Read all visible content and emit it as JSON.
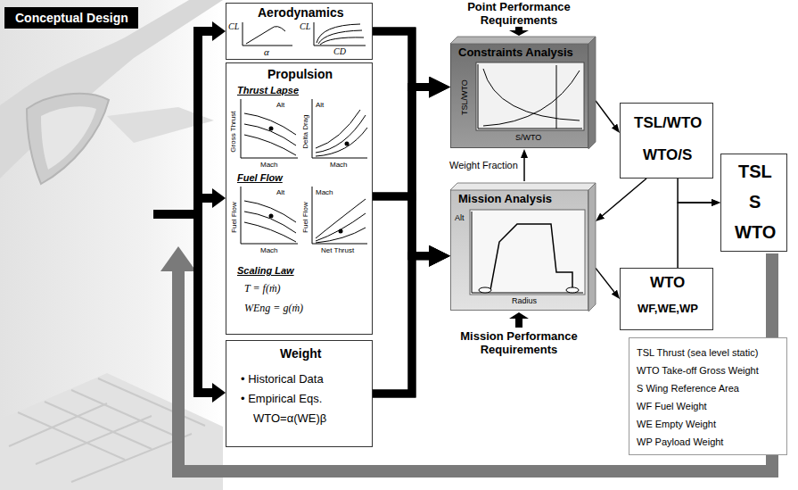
{
  "diagram": {
    "nodes": [
      {
        "text": [
          "Conceptual Design"
        ]
      },
      {
        "text": [
          "Aerodynamics",
          "CL",
          "α",
          "CL",
          "CD"
        ]
      },
      {
        "text": [
          "Propulsion",
          "Thrust Lapse",
          "Gross Thrust",
          "Mach",
          "Alt",
          "Delta Drag",
          "Mach",
          "Alt",
          "Fuel Flow",
          "Fuel Flow",
          "Mach",
          "Alt",
          "Fuel Flow",
          "Net Thrust",
          "Mach",
          "Scaling Law",
          "T = f(ṁ)",
          "WEng = g(ṁ)"
        ]
      },
      {
        "text": [
          "Weight",
          "• Historical Data",
          "• Empirical Eqs.",
          "WTO=α(WE)β"
        ]
      },
      {
        "text": [
          "Constraints Analysis",
          "TSL/WTO",
          "S/WTO"
        ]
      },
      {
        "text": [
          "Mission Analysis",
          "Alt",
          "Radius"
        ]
      },
      {
        "text": [
          "TSL/WTO",
          "WTO/S"
        ]
      },
      {
        "text": [
          "WTO",
          "WF,WE,WP"
        ]
      },
      {
        "text": [
          "TSL",
          "S",
          "WTO"
        ]
      }
    ],
    "edges": [
      {
        "from": 1,
        "to": 4,
        "arrow": "to"
      },
      {
        "from": 1,
        "to": 5,
        "arrow": "to"
      },
      {
        "from": 2,
        "to": 4,
        "arrow": "to"
      },
      {
        "from": 2,
        "to": 5,
        "arrow": "to"
      },
      {
        "from": 3,
        "to": 4,
        "arrow": "to"
      },
      {
        "from": 3,
        "to": 5,
        "arrow": "to"
      },
      {
        "from": 4,
        "to": 6,
        "arrow": "to"
      },
      {
        "from": 5,
        "to": 7,
        "arrow": "to"
      },
      {
        "from": 6,
        "to": 5,
        "arrow": "to"
      },
      {
        "from": 5,
        "to": 4,
        "label": "Weight Fraction",
        "arrow": "to"
      },
      {
        "from": 6,
        "to": 8,
        "arrow": "to"
      },
      {
        "from": 7,
        "to": 8,
        "arrow": "to"
      }
    ],
    "labels": [
      "Point Performance Requirements",
      "Mission Performance Requirements"
    ],
    "legend": [
      {
        "text": "TSL Thrust (sea level static)"
      },
      {
        "text": "WTO Take-off Gross Weight"
      },
      {
        "text": "S Wing Reference Area"
      },
      {
        "text": "WF Fuel Weight"
      },
      {
        "text": "WE Empty Weight"
      },
      {
        "text": "WP Payload Weight"
      }
    ]
  }
}
